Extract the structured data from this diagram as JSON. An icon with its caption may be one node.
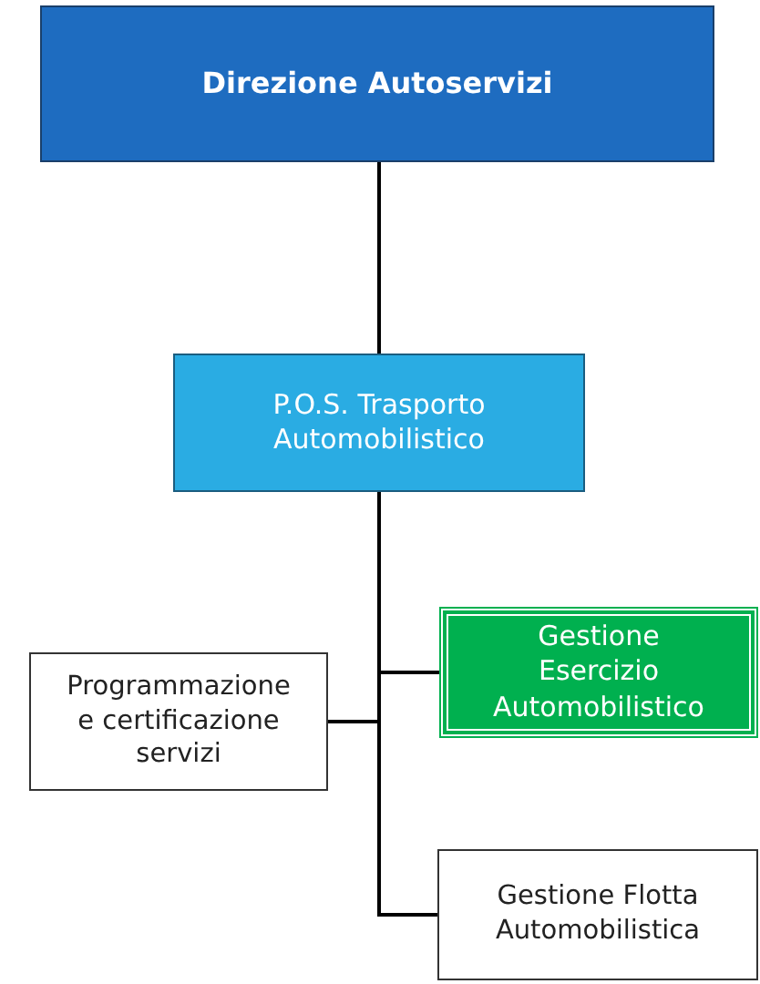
{
  "diagram": {
    "nodes": [
      {
        "text": [
          "Direzione Autoservizi"
        ]
      },
      {
        "text": [
          "P.O.S. Trasporto Automobilistico"
        ]
      },
      {
        "text": [
          "Programmazione e certificazione servizi"
        ]
      },
      {
        "text": [
          "Gestione Esercizio Automobilistico"
        ]
      },
      {
        "text": [
          "Gestione Flotta Automobilistica"
        ]
      }
    ],
    "edges": [
      {
        "from": 0,
        "to": 1,
        "arrow": "none"
      },
      {
        "from": 1,
        "to": 2,
        "arrow": "none"
      },
      {
        "from": 1,
        "to": 3,
        "arrow": "none"
      },
      {
        "from": 1,
        "to": 4,
        "arrow": "none"
      }
    ]
  }
}
